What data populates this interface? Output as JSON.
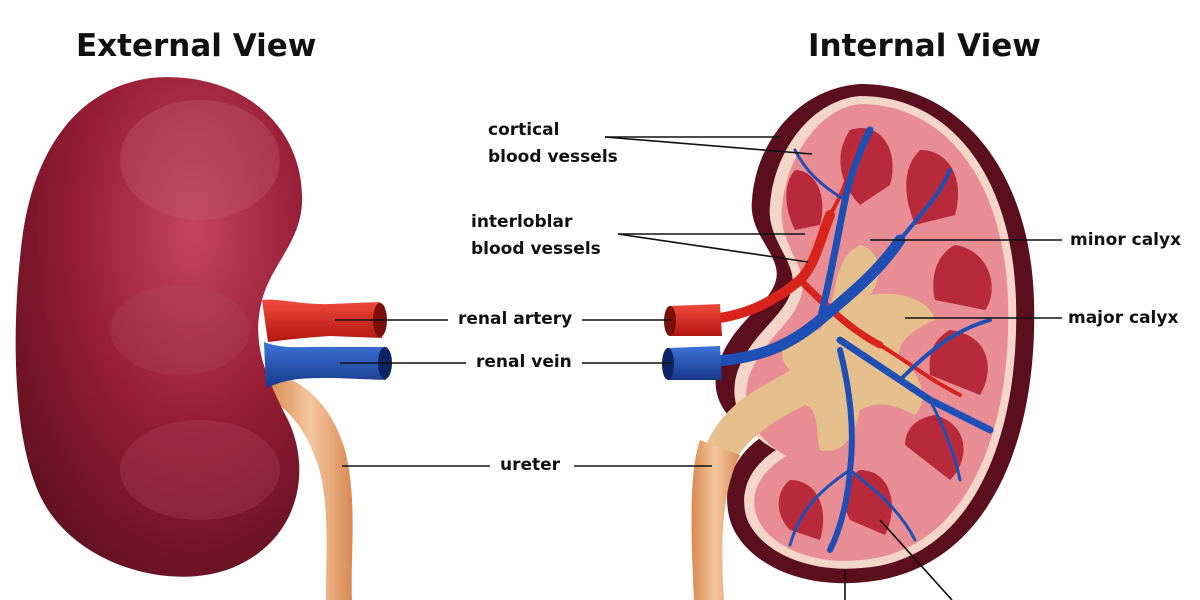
{
  "headings": {
    "external": "External View",
    "internal": "Internal View"
  },
  "labels": {
    "renal_artery": "renal artery",
    "renal_vein": "renal vein",
    "ureter": "ureter",
    "cortical_line1": "cortical",
    "cortical_line2": "blood vessels",
    "interlobar_line1": "interloblar",
    "interlobar_line2": "blood vessels",
    "minor_calyx": "minor calyx",
    "major_calyx": "major calyx"
  },
  "colors": {
    "kidney_dark": "#5e0f1f",
    "kidney_main": "#8e1a33",
    "artery": "#d9231d",
    "vein": "#1f4fb5",
    "ureter": "#e9a66e",
    "calyx": "#e5c08a",
    "cortex_pink": "#ee9a9e"
  }
}
